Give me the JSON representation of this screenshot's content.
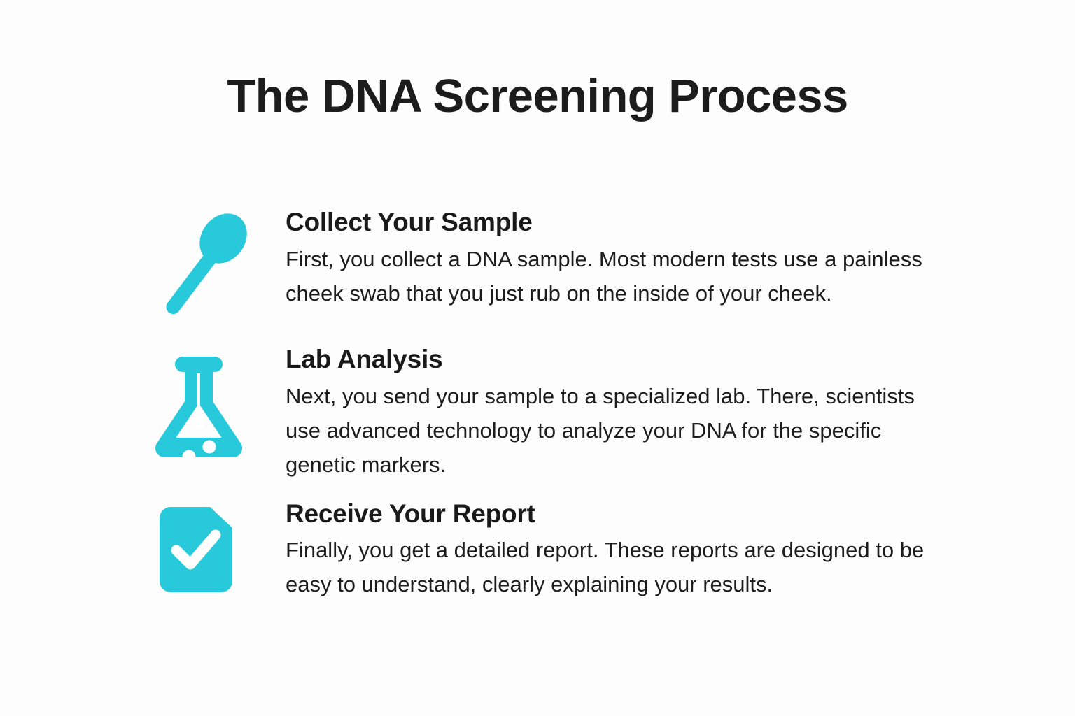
{
  "page": {
    "title": "The DNA Screening Process",
    "background_color": "#fdfdfe",
    "accent_color": "#27c9da",
    "heading_color": "#1a1a1a",
    "body_text_color": "#1d1d1d"
  },
  "steps": [
    {
      "icon": "cheek-swab-icon",
      "heading": "Collect Your Sample",
      "text": "First, you collect a DNA sample. Most modern tests use a painless cheek swab that you just rub on the inside of your cheek."
    },
    {
      "icon": "lab-flask-icon",
      "heading": "Lab Analysis",
      "text": "Next, you send your sample to a specialized lab. There, scientists use advanced technology to analyze your DNA for the specific genetic markers."
    },
    {
      "icon": "report-check-icon",
      "heading": "Receive Your Report",
      "text": "Finally, you get a detailed report. These reports are designed to be easy to understand, clearly explaining your results."
    }
  ]
}
